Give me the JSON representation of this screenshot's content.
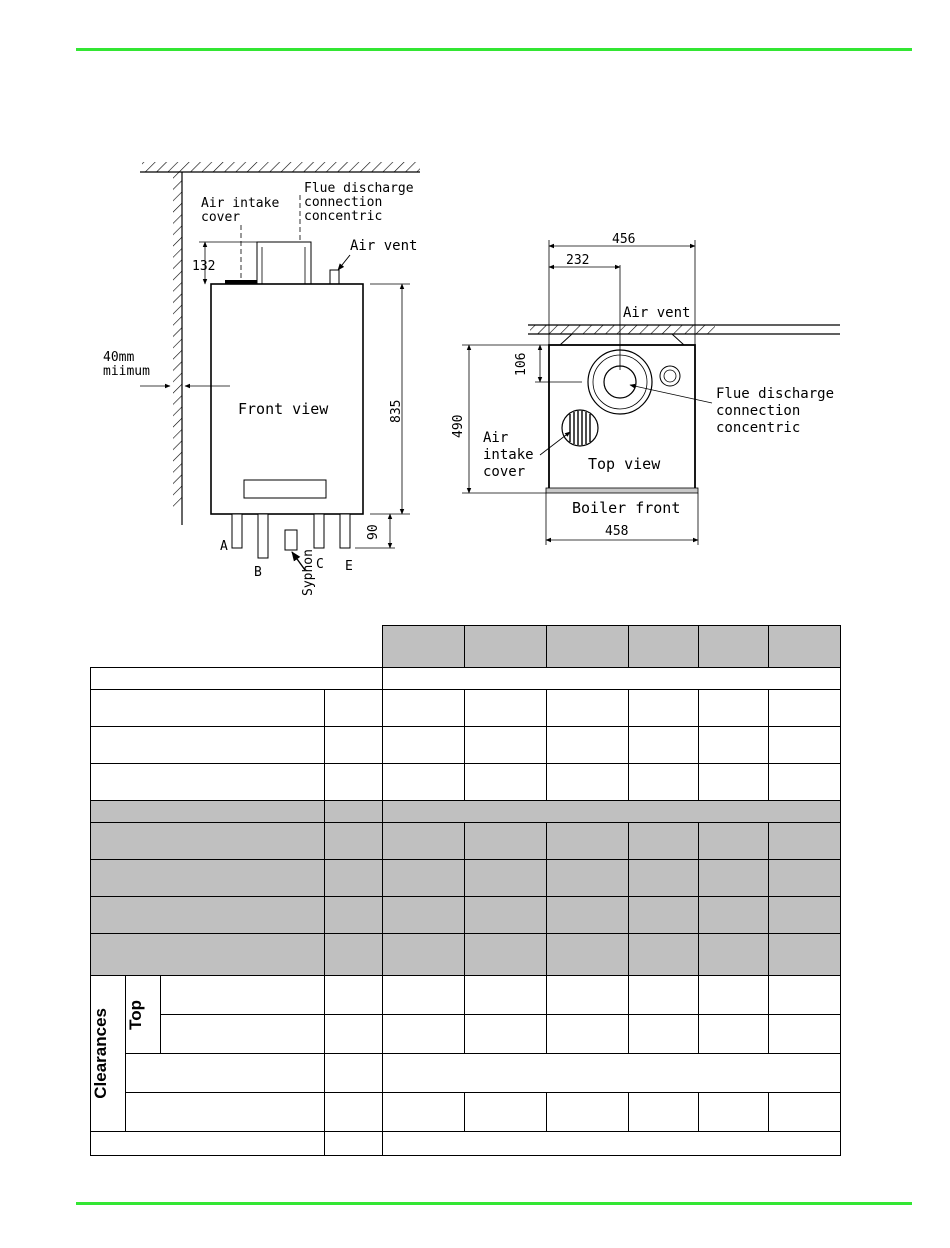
{
  "front_view": {
    "air_intake_cover": [
      "Air intake",
      "cover"
    ],
    "flue_discharge": [
      "Flue discharge",
      "connection",
      "concentric"
    ],
    "air_vent": "Air vent",
    "dim_top": "132",
    "clearance": [
      "40mm",
      "miimum"
    ],
    "title": "Front view",
    "dim_height": "835",
    "dim_bottom": "90",
    "pipes": [
      "A",
      "B",
      "C",
      "E"
    ],
    "syphon": "Syphon"
  },
  "top_view": {
    "dim_width_total": "456",
    "dim_width_partial": "232",
    "air_vent": "Air vent",
    "dim_106": "106",
    "dim_490": "490",
    "flue_discharge": [
      "Flue discharge",
      "connection",
      "concentric"
    ],
    "air_intake_cover": [
      "Air",
      "intake",
      "cover"
    ],
    "title": "Top view",
    "boiler_front": "Boiler front",
    "dim_458": "458"
  },
  "table": {
    "clearances_label": "Clearances",
    "top_label": "Top"
  },
  "colors": {
    "rule": "#33e633",
    "shade": "#c0c0c0"
  }
}
